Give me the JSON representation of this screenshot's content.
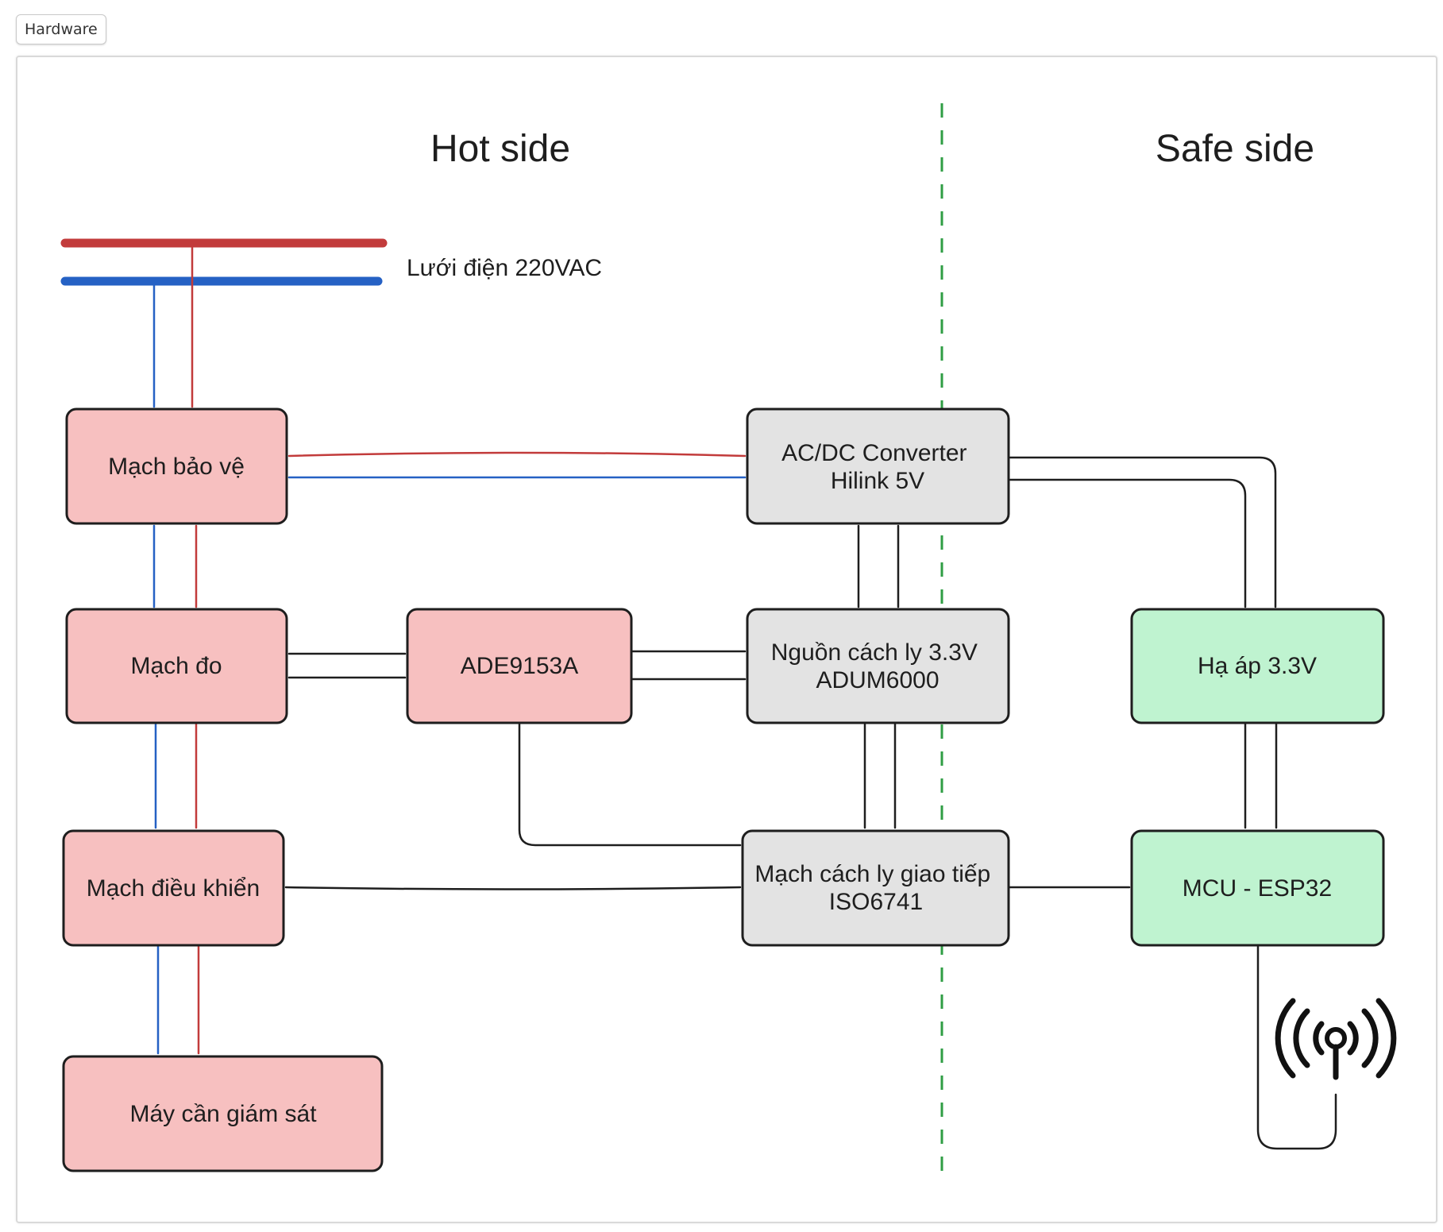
{
  "tab": {
    "label": "Hardware"
  },
  "headings": {
    "hot_side": "Hot side",
    "safe_side": "Safe side"
  },
  "grid_label": "Lưới điện 220VAC",
  "blocks": {
    "protect": [
      "Mạch bảo vệ"
    ],
    "measure": [
      "Mạch đo"
    ],
    "control": [
      "Mạch điều khiển"
    ],
    "monitored_machine": [
      "Máy cần giám sát"
    ],
    "ade": [
      "ADE9153A"
    ],
    "acdc": [
      "AC/DC Converter",
      "Hilink 5V"
    ],
    "iso_power": [
      "Nguồn cách ly 3.3V",
      "ADUM6000"
    ],
    "iso_comm": [
      "Mạch cách ly giao tiếp",
      "ISO6741"
    ],
    "buck": [
      "Hạ áp 3.3V"
    ],
    "mcu": [
      "MCU - ESP32"
    ]
  },
  "colors": {
    "hot_fill": "#f7c0c0",
    "neutral_fill": "#e3e3e3",
    "safe_fill": "#bff3d0",
    "live_wire": "#c23b3b",
    "neutral_wire": "#2561c4",
    "divider": "#2f9e44",
    "stroke": "#1e1e1e"
  },
  "icons": {
    "antenna": "wireless-antenna-icon"
  }
}
